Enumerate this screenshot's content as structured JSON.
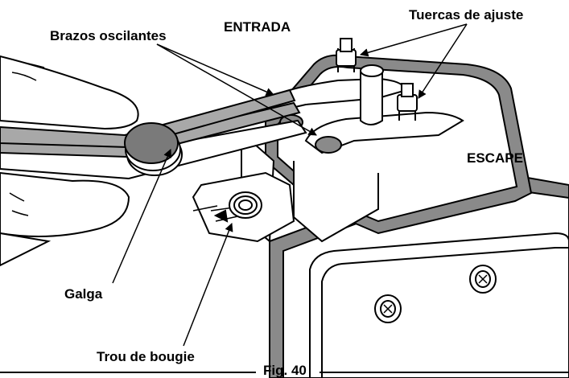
{
  "labels": {
    "rocker_arms": "Brazos oscilantes",
    "intake": "ENTRADA",
    "adjusting_nuts": "Tuercas de ajuste",
    "exhaust": "ESCAPE",
    "feeler_gauge": "Galga",
    "spark_plug_hole": "Trou de bougie",
    "figure_caption": "Fig. 40"
  },
  "colors": {
    "line_art": "#000000",
    "gasket_gray": "#8a8a8a",
    "gauge_gray": "#a8a8a8",
    "gauge_disc": "#7a7a7a",
    "background": "#ffffff"
  }
}
